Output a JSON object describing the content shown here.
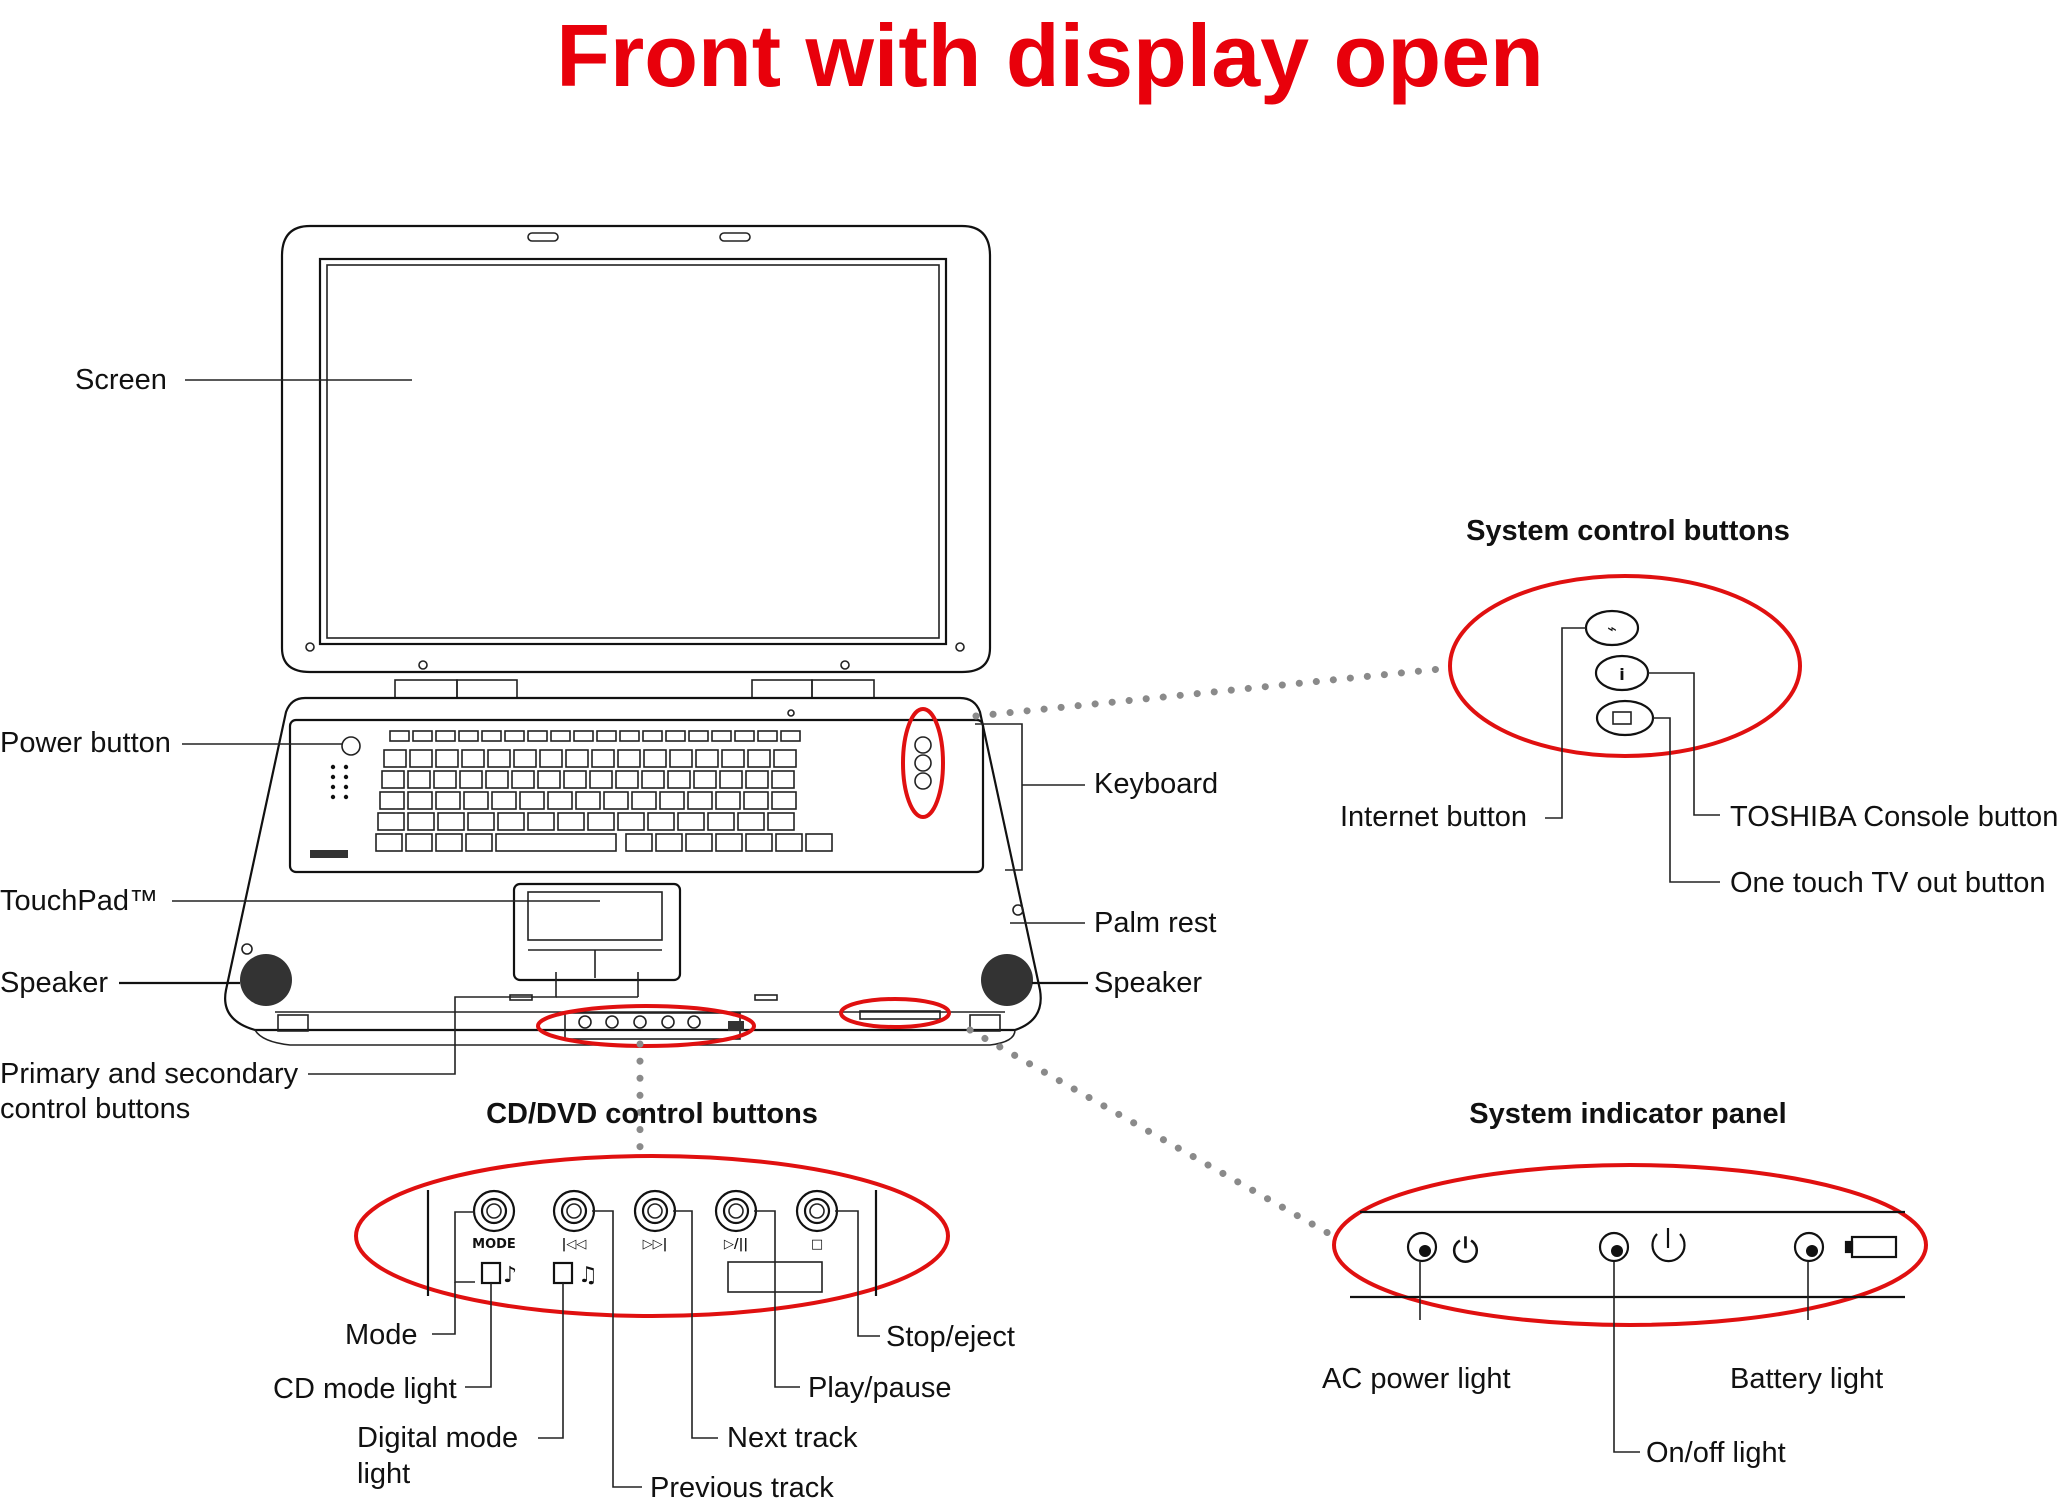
{
  "title": "Front with display open",
  "headers": {
    "system_control": "System control buttons",
    "cd_dvd": "CD/DVD control buttons",
    "system_indicator": "System indicator panel"
  },
  "labels": {
    "screen": "Screen",
    "power_button": "Power button",
    "touchpad": "TouchPad™",
    "speaker_left": "Speaker",
    "primary_secondary_1": "Primary and secondary",
    "primary_secondary_2": "control buttons",
    "keyboard": "Keyboard",
    "palm_rest": "Palm rest",
    "speaker_right": "Speaker",
    "internet_button": "Internet button",
    "toshiba_console": "TOSHIBA Console button",
    "tv_out": "One touch TV out button",
    "mode": "Mode",
    "cd_mode_light": "CD mode light",
    "digital_mode_1": "Digital mode",
    "digital_mode_2": "light",
    "previous_track": "Previous track",
    "next_track": "Next track",
    "play_pause": "Play/pause",
    "stop_eject": "Stop/eject",
    "ac_power_light": "AC power light",
    "on_off_light": "On/off light",
    "battery_light": "Battery light"
  },
  "cd_button_marks": {
    "mode": "MODE",
    "prev": "|◁◁",
    "next": "▷▷|",
    "play": "▷/||",
    "stop": "□"
  },
  "colors": {
    "title": "#e8000b",
    "highlight": "#e01010",
    "leader": "#8a8a8a"
  }
}
